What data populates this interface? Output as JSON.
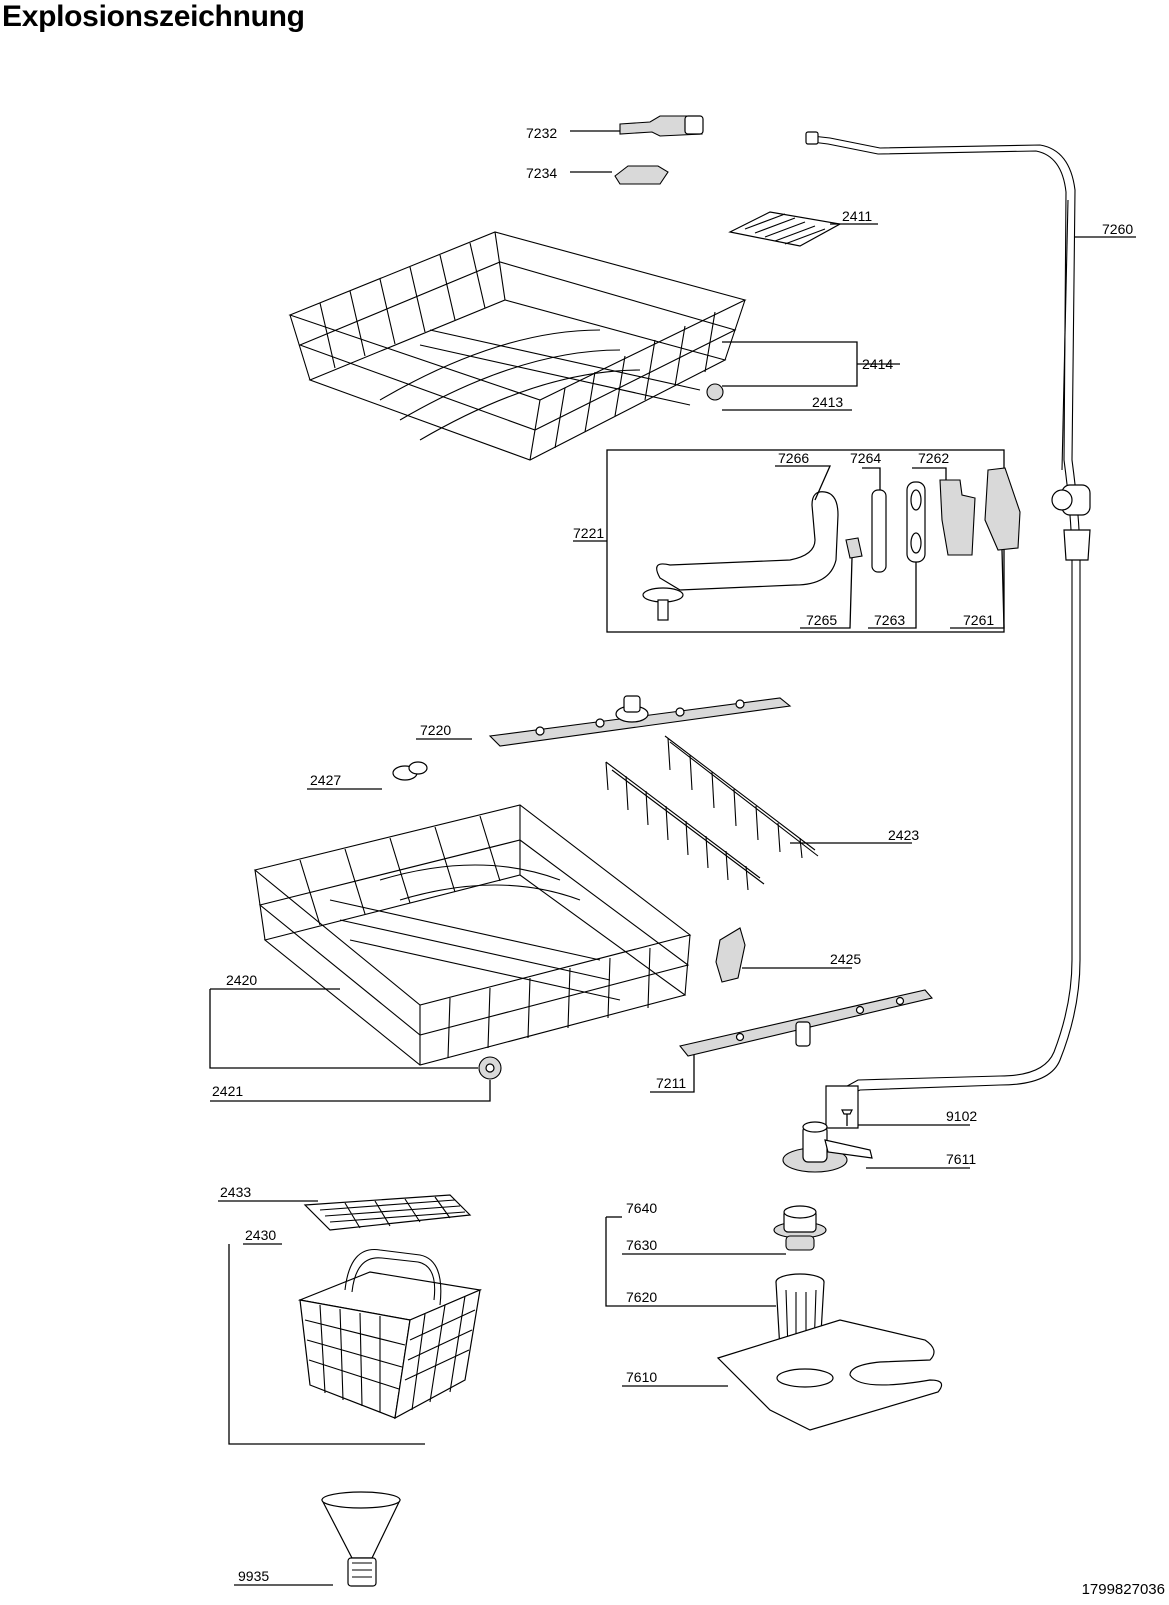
{
  "title": "Explosionszeichnung",
  "document_number": "1799827036",
  "part_labels": {
    "p7232": "7232",
    "p7234": "7234",
    "p2411": "2411",
    "p7260": "7260",
    "p2414": "2414",
    "p2413": "2413",
    "p7266": "7266",
    "p7264": "7264",
    "p7262": "7262",
    "p7221": "7221",
    "p7265": "7265",
    "p7263": "7263",
    "p7261": "7261",
    "p7220": "7220",
    "p2427": "2427",
    "p2423": "2423",
    "p2425": "2425",
    "p2420": "2420",
    "p2421": "2421",
    "p7211": "7211",
    "p9102": "9102",
    "p7611": "7611",
    "p2433": "2433",
    "p2430": "2430",
    "p7640": "7640",
    "p7630": "7630",
    "p7620": "7620",
    "p7610": "7610",
    "p9935": "9935"
  }
}
